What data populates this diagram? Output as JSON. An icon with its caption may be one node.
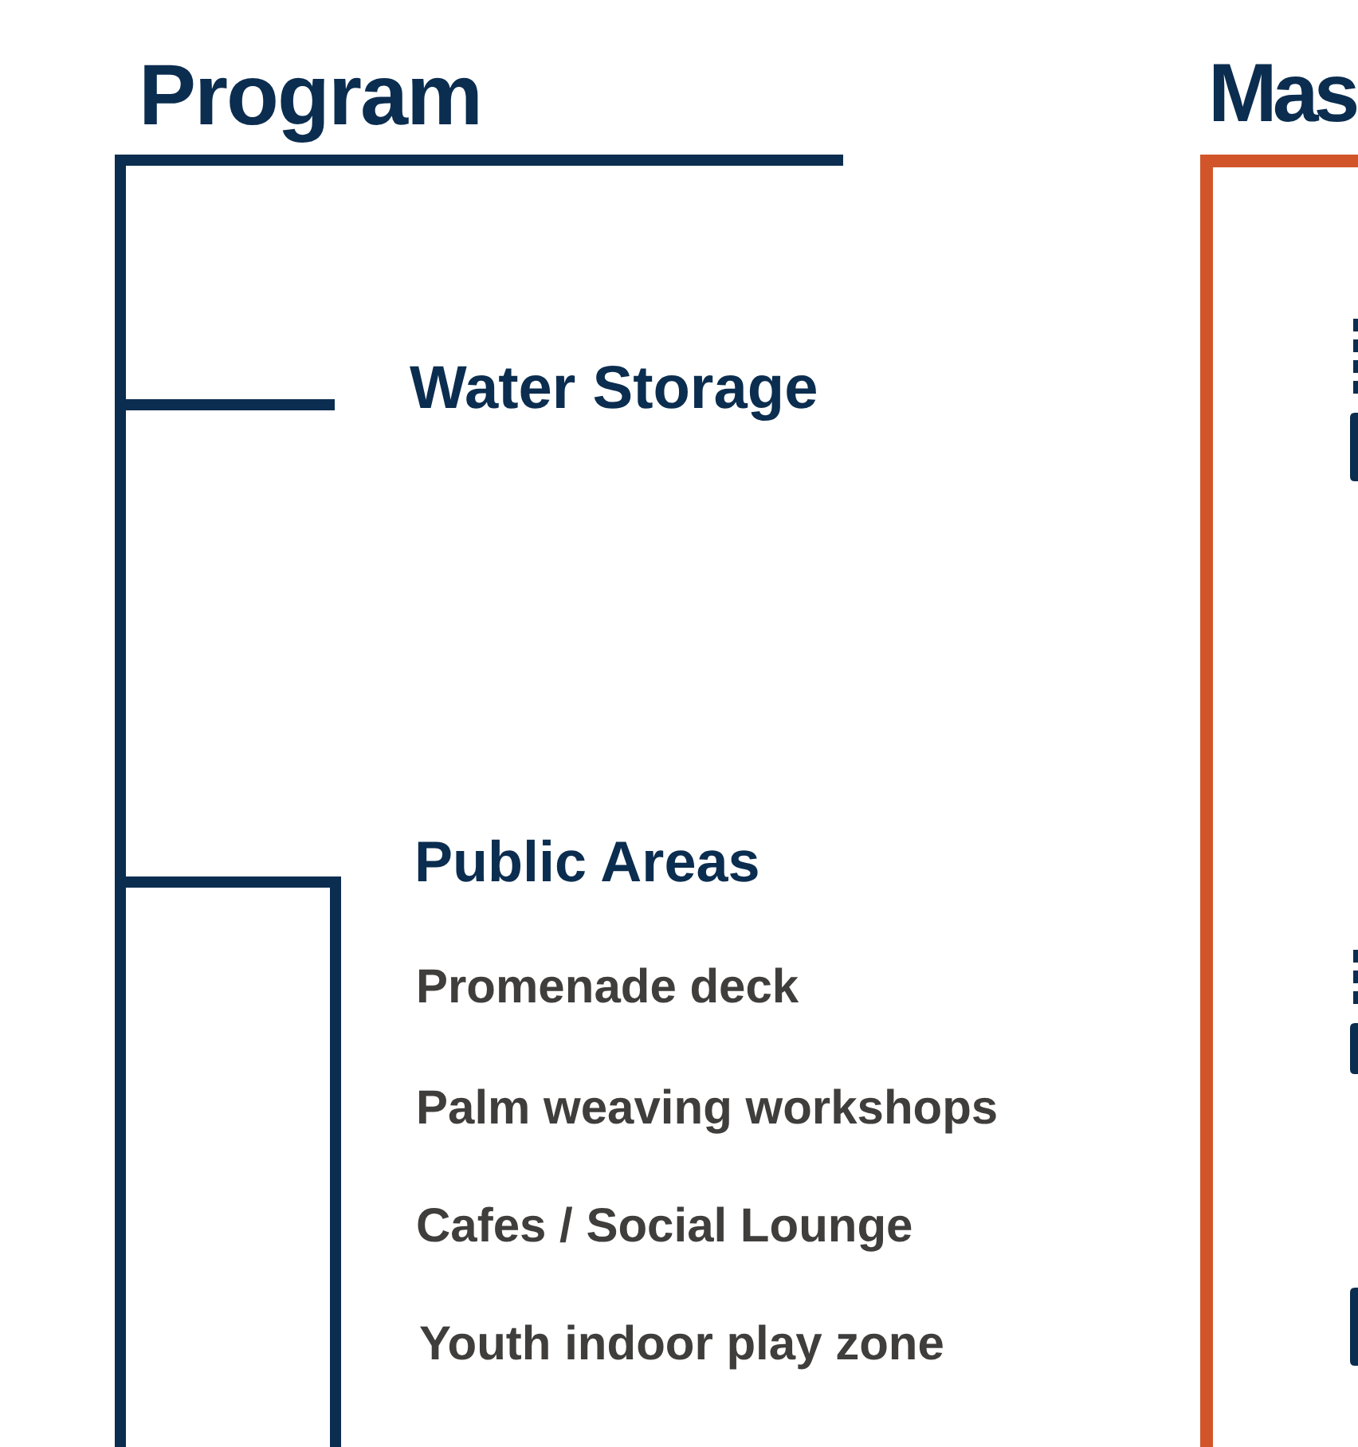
{
  "diagram": {
    "nodes": [
      {
        "text": [
          "Program"
        ]
      },
      {
        "text": [
          "Water Storage"
        ],
        "in": 0
      },
      {
        "text": [
          "Public Areas",
          "Promenade deck",
          "Palm weaving workshops",
          "Cafes / Social Lounge",
          "Youth indoor play zone"
        ]
      },
      {
        "text": [
          "Mas"
        ]
      },
      {
        "text": [],
        "shape": "picture",
        "in": 3
      },
      {
        "text": [],
        "shape": "picture",
        "in": 3
      },
      {
        "text": [],
        "shape": "box",
        "in": 3
      }
    ],
    "edges": [
      {
        "from": 0,
        "to": 1,
        "arrow": "none"
      },
      {
        "from": 0,
        "to": 2,
        "arrow": "none"
      }
    ]
  }
}
